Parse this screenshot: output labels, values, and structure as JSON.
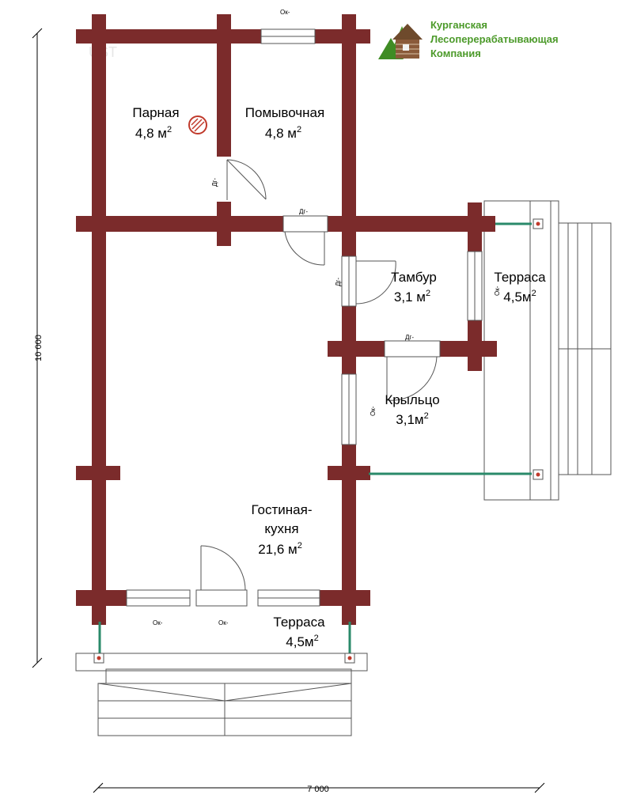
{
  "colors": {
    "wall": "#7b2b2b",
    "glass": "#2a8a6a",
    "logo_green": "#4c9a2a",
    "logo_brown": "#8a5a3a"
  },
  "logo": {
    "icon": "log-house-logo-icon",
    "line1": "Курганская",
    "line2": "Лесоперерабатывающая",
    "line3": "Компания"
  },
  "watermark": "UST",
  "rooms": {
    "parnaya": {
      "name": "Парная",
      "area": "4,8 м",
      "sup": "2"
    },
    "pomyvochnaya": {
      "name": "Помывочная",
      "area": "4,8 м",
      "sup": "2"
    },
    "tambur": {
      "name": "Тамбур",
      "area": "3,1 м",
      "sup": "2"
    },
    "terrasa_right": {
      "name": "Терраса",
      "area": "4,5м",
      "sup": "2"
    },
    "kryltso": {
      "name": "Крыльцо",
      "area": "3,1м",
      "sup": "2"
    },
    "gostinaya": {
      "name1": "Гостиная-",
      "name2": "кухня",
      "area": "21,6 м",
      "sup": "2"
    },
    "terrasa_bottom": {
      "name": "Терраса",
      "area": "4,5м",
      "sup": "2"
    }
  },
  "marks": {
    "window": "Ок-",
    "door": "Дг-"
  },
  "dimensions": {
    "height": "10 000",
    "width": "7 000"
  }
}
